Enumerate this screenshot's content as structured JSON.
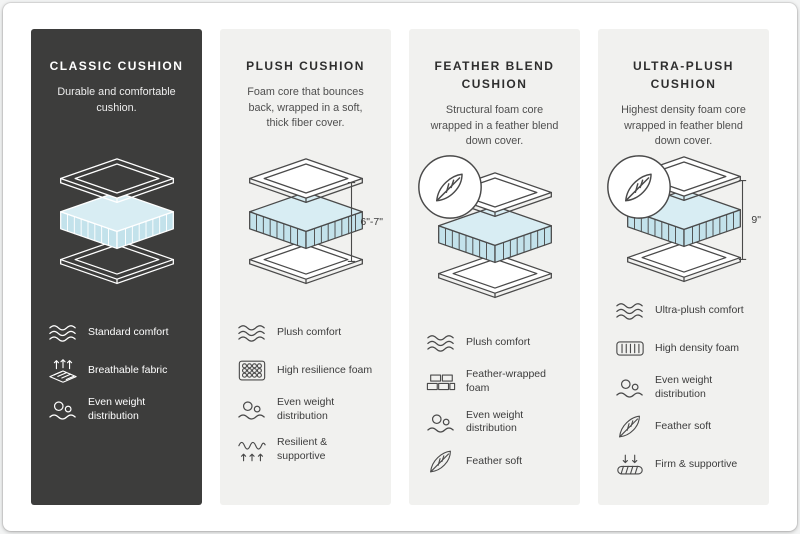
{
  "colors": {
    "dark_panel_bg": "#3d3d3c",
    "light_panel_bg": "#f1f1ef",
    "cushion_top_fill": "#d8edf3",
    "cushion_side_fill": "#c3e2eb",
    "outline": "#4a4a4a",
    "text": "#3c3c3c"
  },
  "panels": [
    {
      "title": "CLASSIC CUSHION",
      "description": "Durable and comfortable cushion.",
      "features": [
        {
          "icon": "waves-icon",
          "label": "Standard comfort"
        },
        {
          "icon": "breathable-fabric-icon",
          "label": "Breathable fabric"
        },
        {
          "icon": "even-weight-icon",
          "label": "Even weight distribution"
        }
      ]
    },
    {
      "title": "PLUSH CUSHION",
      "description": "Foam core that bounces back, wrapped in a soft, thick fiber cover.",
      "dimension_label": "6\"-7\"",
      "features": [
        {
          "icon": "waves-icon",
          "label": "Plush comfort"
        },
        {
          "icon": "foam-grid-icon",
          "label": "High resilience foam"
        },
        {
          "icon": "even-weight-icon",
          "label": "Even weight distribution"
        },
        {
          "icon": "springs-icon",
          "label": "Resilient & supportive"
        }
      ]
    },
    {
      "title": "FEATHER BLEND CUSHION",
      "description": "Structural foam core wrapped in a feather blend down cover.",
      "badge_icon": "feather-badge-icon",
      "features": [
        {
          "icon": "waves-icon",
          "label": "Plush comfort"
        },
        {
          "icon": "bricks-icon",
          "label": "Feather-wrapped foam"
        },
        {
          "icon": "even-weight-icon",
          "label": "Even weight distribution"
        },
        {
          "icon": "feather-icon",
          "label": "Feather soft"
        }
      ]
    },
    {
      "title": "ULTRA-PLUSH CUSHION",
      "description": "Highest density foam core wrapped in feather blend down cover.",
      "dimension_label": "9\"",
      "badge_icon": "feather-badge-icon",
      "features": [
        {
          "icon": "waves-icon",
          "label": "Ultra-plush comfort"
        },
        {
          "icon": "density-foam-icon",
          "label": "High density foam"
        },
        {
          "icon": "even-weight-icon",
          "label": "Even weight distribution"
        },
        {
          "icon": "feather-icon",
          "label": "Feather soft"
        },
        {
          "icon": "firm-support-icon",
          "label": "Firm & supportive"
        }
      ]
    }
  ]
}
